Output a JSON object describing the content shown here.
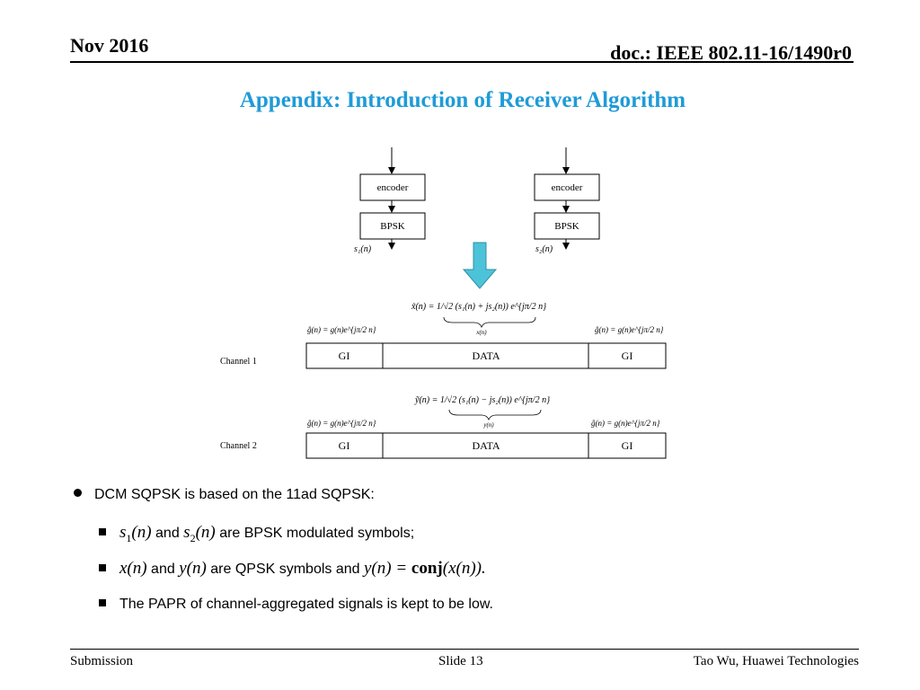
{
  "header": {
    "date": "Nov 2016",
    "doc": "doc.: IEEE 802.11-16/1490r0"
  },
  "title": "Appendix: Introduction of Receiver Algorithm",
  "colors": {
    "title": "#1f9bd7",
    "arrow": "#4cc3d8"
  },
  "diagram": {
    "encoder1": "encoder",
    "encoder2": "encoder",
    "bpsk1": "BPSK",
    "bpsk2": "BPSK",
    "s1": "s₁(n)",
    "s2": "s₂(n)",
    "eq_x": "x̃(n) = 1/√2 (s₁(n) + js₂(n)) e^{jπ/2 n}",
    "under_x": "x(n)",
    "eq_y": "ỹ(n) = 1/√2 (s₁(n) − js₂(n)) e^{jπ/2 n}",
    "under_y": "y(n)",
    "g_label": "ĝ(n) = g(n)e^{jπ/2 n}",
    "channel1": "Channel 1",
    "channel2": "Channel 2",
    "gi": "GI",
    "data": "DATA"
  },
  "bullets": {
    "main": "DCM SQPSK is based on the 11ad SQPSK:",
    "sub1_text": "are BPSK modulated symbols;",
    "sub2_text": "are QPSK symbols and",
    "sub3": "The PAPR of channel-aggregated signals is kept to be low.",
    "and": "and",
    "conj": "conj"
  },
  "footer": {
    "left": "Submission",
    "center": "Slide 13",
    "right": "Tao Wu, Huawei Technologies"
  }
}
